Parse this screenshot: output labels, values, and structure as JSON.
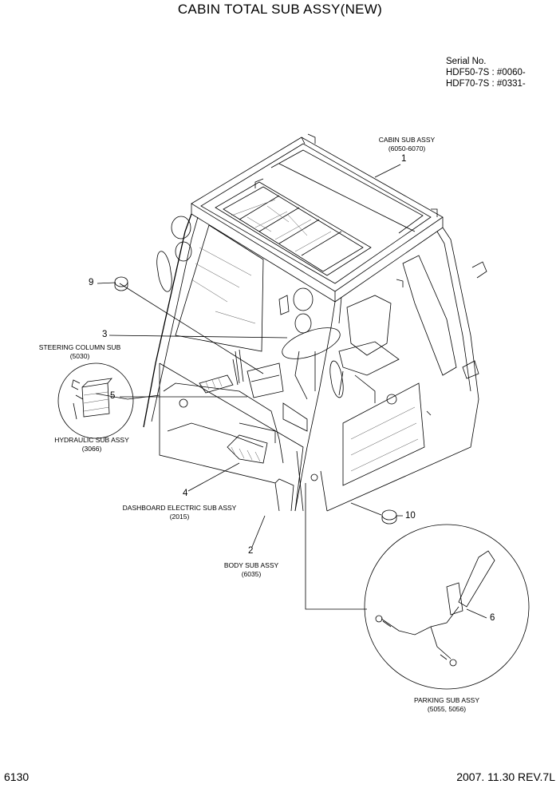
{
  "header": {
    "title": "CABIN TOTAL SUB ASSY(NEW)",
    "serial_label": "Serial No.",
    "serial_lines": [
      "HDF50-7S : #0060-",
      "HDF70-7S : #0331-"
    ]
  },
  "callouts": [
    {
      "num": "1",
      "name": "CABIN SUB ASSY",
      "code": "(6050-6070)"
    },
    {
      "num": "2",
      "name": "BODY SUB ASSY",
      "code": "(6035)"
    },
    {
      "num": "3",
      "name": "STEERING COLUMN SUB",
      "code": "(5030)"
    },
    {
      "num": "4",
      "name": "DASHBOARD ELECTRIC SUB ASSY",
      "code": "(2015)"
    },
    {
      "num": "5",
      "name": "HYDRAULIC SUB ASSY",
      "code": "(3066)"
    },
    {
      "num": "6",
      "name": "PARKING SUB ASSY",
      "code": "(5055, 5056)"
    },
    {
      "num": "9",
      "name": "",
      "code": ""
    },
    {
      "num": "10",
      "name": "",
      "code": ""
    }
  ],
  "footer": {
    "page_code": "6130",
    "revision": "2007. 11.30 REV.7L"
  }
}
